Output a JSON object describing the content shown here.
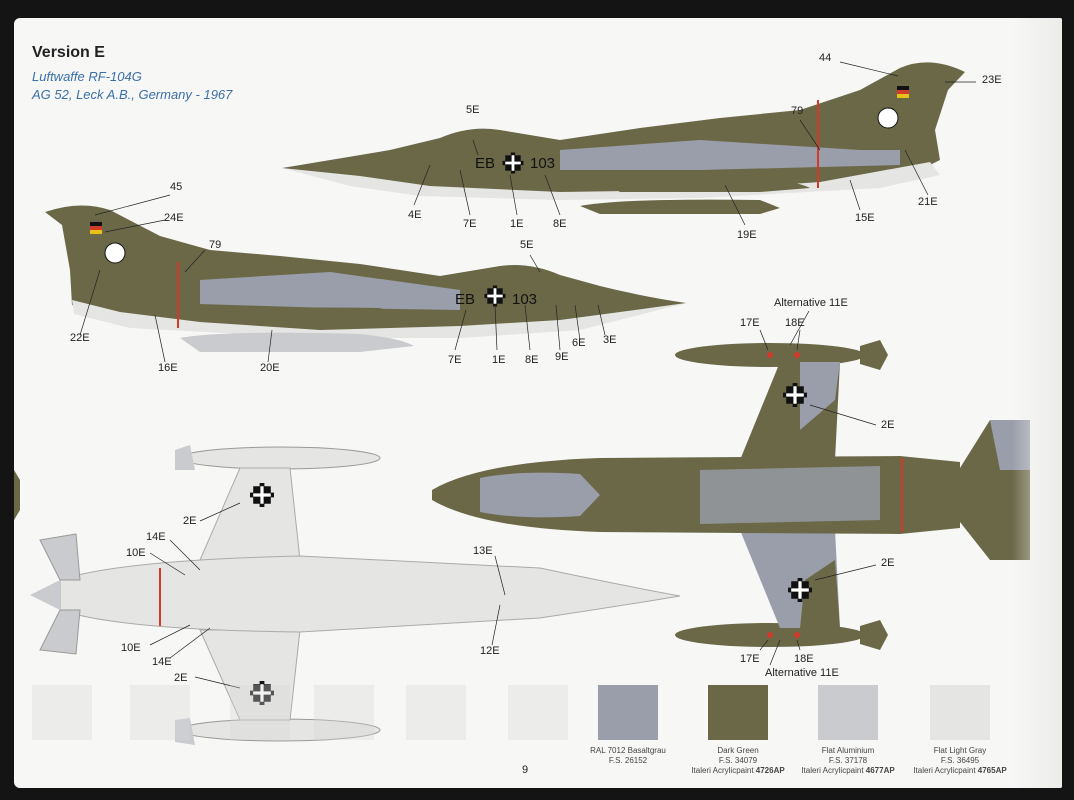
{
  "version_title": "Version E",
  "subtitle_line1": "Luftwaffe RF-104G",
  "subtitle_line2": "AG 52, Leck A.B., Germany - 1967",
  "page_number": "9",
  "colors": {
    "basaltgrau": "#9a9eaa",
    "dark_green": "#6b6848",
    "flat_aluminium": "#c9cbcf",
    "flat_light_gray": "#e5e5e3",
    "stripe_red": "#d23a2a"
  },
  "callouts": {
    "c44": "44",
    "c23e": "23E",
    "c79a": "79",
    "c21e": "21E",
    "c15e": "15E",
    "c19e": "19E",
    "c5e_top": "5E",
    "c4e": "4E",
    "c7e_top": "7E",
    "c1e_top": "1E",
    "c8e_top": "8E",
    "c45": "45",
    "c24e": "24E",
    "c79b": "79",
    "c22e": "22E",
    "c16e": "16E",
    "c20e": "20E",
    "c5e_mid": "5E",
    "c7e_mid": "7E",
    "c1e_mid": "1E",
    "c8e_mid": "8E",
    "c9e": "9E",
    "c6e": "6E",
    "c3e": "3E",
    "alt11e_top": "Alternative 11E",
    "c17e_top": "17E",
    "c18e_top": "18E",
    "c2e_r1": "2E",
    "c2e_r2": "2E",
    "c17e_bot": "17E",
    "c18e_bot": "18E",
    "alt11e_bot": "Alternative 11E",
    "c2e_l1": "2E",
    "c14e_a": "14E",
    "c10e_a": "10E",
    "c13e": "13E",
    "c12e": "12E",
    "c10e_b": "10E",
    "c14e_b": "14E",
    "c2e_l2": "2E"
  },
  "fuselage_code": {
    "prefix": "EB",
    "number": "103"
  },
  "swatches": [
    {
      "name": "RAL 7012 Basaltgrau",
      "fs": "F.S. 26152",
      "paint_prefix": "",
      "paint_code": ""
    },
    {
      "name": "Dark Green",
      "fs": "F.S. 34079",
      "paint_prefix": "Italeri Acrylicpaint",
      "paint_code": "4726AP"
    },
    {
      "name": "Flat Aluminium",
      "fs": "F.S. 37178",
      "paint_prefix": "Italeri Acrylicpaint",
      "paint_code": "4677AP"
    },
    {
      "name": "Flat Light Gray",
      "fs": "F.S. 36495",
      "paint_prefix": "Italeri Acrylicpaint",
      "paint_code": "4765AP"
    }
  ]
}
